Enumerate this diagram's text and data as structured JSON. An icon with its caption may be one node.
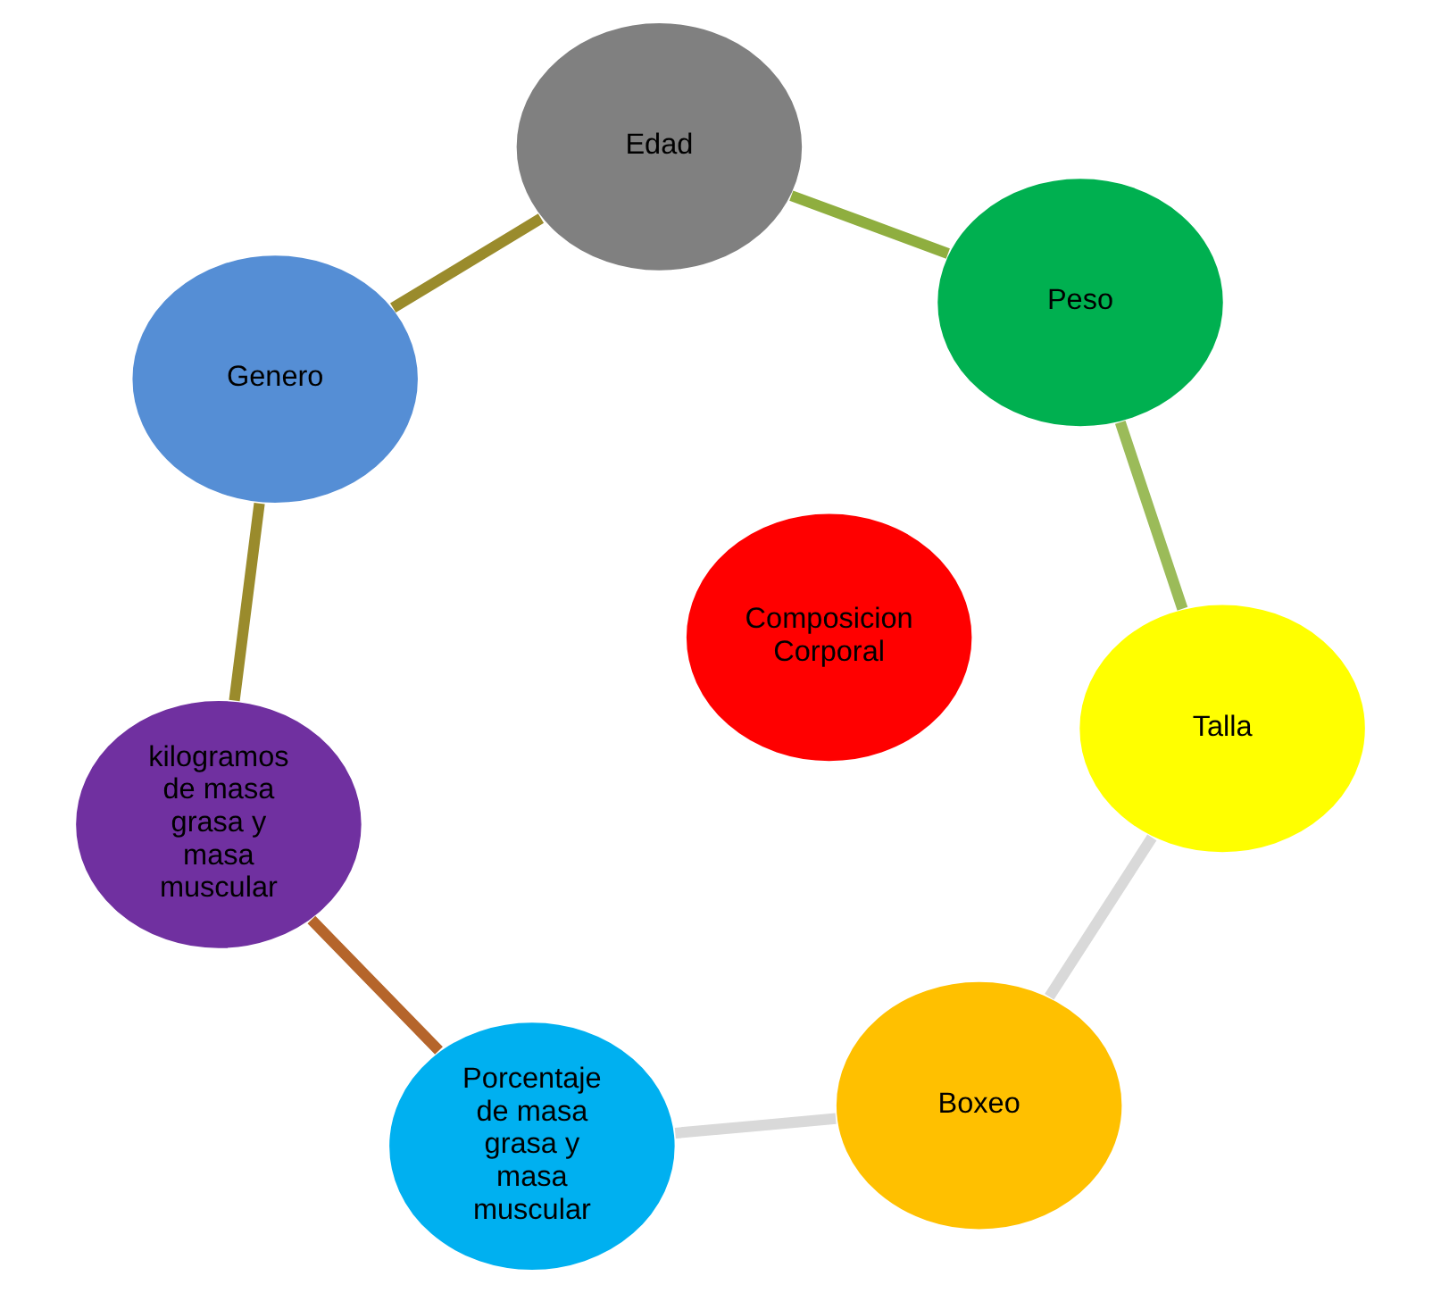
{
  "diagram": {
    "nodes": [
      {
        "text": [
          "Talla"
        ]
      },
      {
        "text": [
          "Peso"
        ]
      },
      {
        "text": [
          "Boxeo"
        ]
      },
      {
        "text": [
          "Composicion Corporal"
        ]
      },
      {
        "text": [
          "Edad"
        ]
      },
      {
        "text": [
          "Porcentaje de masa grasa y masa muscular"
        ]
      },
      {
        "text": [
          "Genero"
        ]
      },
      {
        "text": [
          "kilogramos de masa grasa y masa muscular"
        ]
      }
    ],
    "edges": [
      {
        "from": 1,
        "to": 0,
        "arrow": "none",
        "color": "#9bbb59"
      },
      {
        "from": 0,
        "to": 2,
        "arrow": "none",
        "color": "#d9d9d9"
      },
      {
        "from": 2,
        "to": 5,
        "arrow": "none",
        "color": "#d9d9d9"
      },
      {
        "from": 5,
        "to": 7,
        "arrow": "none",
        "color": "#b5652b"
      },
      {
        "from": 7,
        "to": 6,
        "arrow": "none",
        "color": "#9a8b2c"
      },
      {
        "from": 6,
        "to": 4,
        "arrow": "none",
        "color": "#9a8b2c"
      },
      {
        "from": 4,
        "to": 1,
        "arrow": "none",
        "color": "#8fae3f"
      }
    ]
  }
}
